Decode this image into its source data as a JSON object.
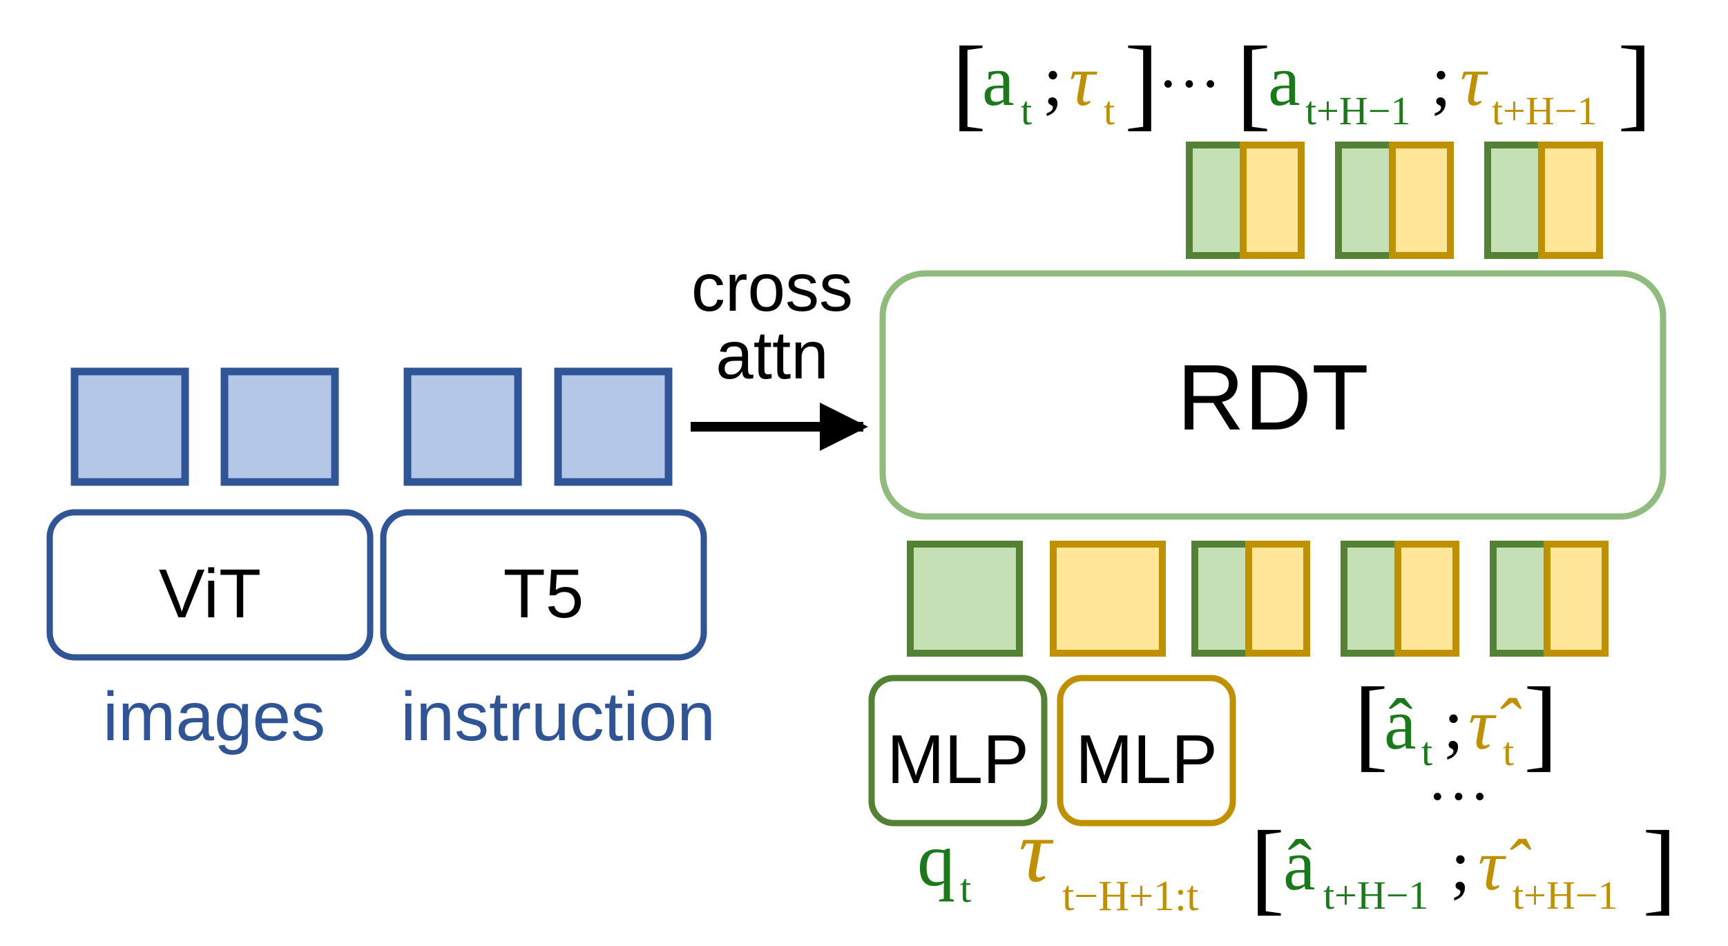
{
  "colors": {
    "blue_stroke": "#2f5597",
    "blue_fill": "#b4c7e7",
    "blue_text": "#2f5597",
    "green_stroke": "#548235",
    "green_fill": "#c5e0b4",
    "green_text": "#1a7a1a",
    "gold_stroke": "#bf9000",
    "gold_fill": "#ffe699",
    "gold_text": "#bf9000",
    "rdt_stroke": "#8fbc7e",
    "black": "#000000"
  },
  "encoders": {
    "vit": {
      "label": "ViT",
      "caption": "images"
    },
    "t5": {
      "label": "T5",
      "caption": "instruction"
    }
  },
  "arrow": {
    "line1": "cross",
    "line2": "attn"
  },
  "rdt": {
    "label": "RDT"
  },
  "mlps": [
    {
      "label": "MLP",
      "input": "q",
      "input_sub": "t"
    },
    {
      "label": "MLP",
      "input": "τ",
      "input_sub": "t−H+1:t"
    }
  ],
  "output": {
    "open": "[",
    "a": "a",
    "a_sub": "t",
    "sep": ";",
    "tau": "τ",
    "tau_sub": "t",
    "close": "]",
    "ellipsis": "···",
    "open2": "[",
    "a2": "a",
    "a2_sub": "t+H−1",
    "sep2": ";",
    "tau2": "τ",
    "tau2_sub": "t+H−1",
    "close2": "]"
  },
  "noisy_first": {
    "open": "[",
    "a": "â",
    "a_sub": "t",
    "sep": ";",
    "tau": "τ̂",
    "tau_sub": "t",
    "close": "]"
  },
  "noisy_ellipsis": "···",
  "noisy_last": {
    "open": "[",
    "a": "â",
    "a_sub": "t+H−1",
    "sep": ";",
    "tau": "τ̂",
    "tau_sub": "t+H−1",
    "close": "]"
  }
}
